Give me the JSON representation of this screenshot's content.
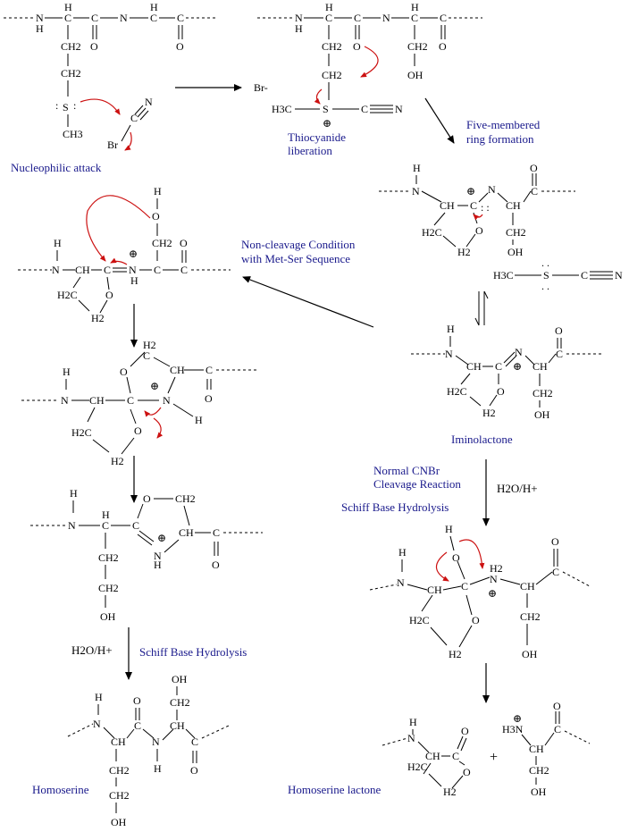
{
  "labels": {
    "nucleophilic_attack": "Nucleophilic attack",
    "thiocyanide_1": "Thiocyanide",
    "thiocyanide_2": "liberation",
    "five_membered_1": "Five-membered",
    "five_membered_2": "ring formation",
    "non_cleavage_1": "Non-cleavage Condition",
    "non_cleavage_2": "with Met-Ser Sequence",
    "iminolactone": "Iminolactone",
    "normal_1": "Normal CNBr",
    "normal_2": "Cleavage Reaction",
    "schiff_right": "Schiff Base Hydrolysis",
    "schiff_left": "Schiff Base Hydrolysis",
    "h2o_right": "H2O/H+",
    "h2o_left": "H2O/H+",
    "homoserine": "Homoserine",
    "homoserine_lactone": "Homoserine lactone",
    "plus": "+",
    "br_minus": "Br-"
  },
  "atoms": {
    "N": "N",
    "H": "H",
    "C": "C",
    "O": "O",
    "S": "S",
    "Br": "Br",
    "CH": "CH",
    "CH2": "CH2",
    "CH3": "CH3",
    "H2C": "H2C",
    "H3C": "H3C",
    "H2": "H2",
    "OH": "OH",
    "H3N": "H3N",
    "plus": "⊕"
  },
  "colors": {
    "label": "#1a1a8c",
    "electron_arrow": "#cc1111",
    "structure": "#000000"
  }
}
